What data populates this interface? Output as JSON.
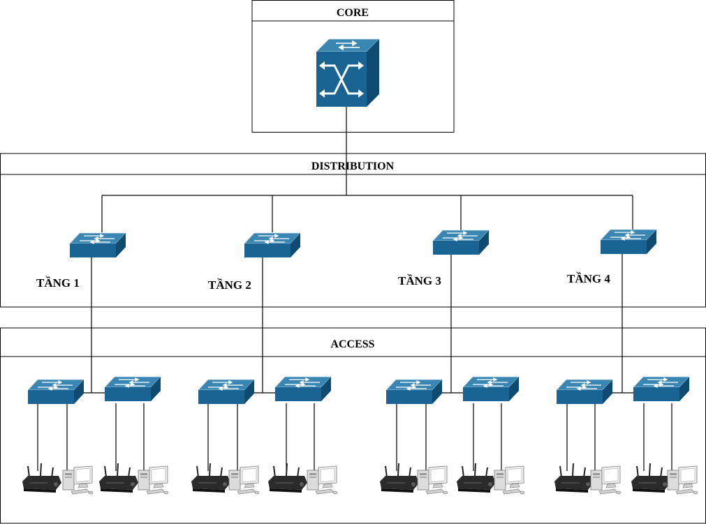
{
  "core": {
    "title": "CORE"
  },
  "distribution": {
    "title": "DISTRIBUTION"
  },
  "access": {
    "title": "ACCESS"
  },
  "floors": [
    {
      "label": "TẦNG 1"
    },
    {
      "label": "TẦNG 2"
    },
    {
      "label": "TẦNG 3"
    },
    {
      "label": "TẦNG 4"
    }
  ],
  "colors": {
    "switch_top": "#3a86b3",
    "switch_front": "#1a6494",
    "switch_side": "#0f4a70",
    "line": "#000000"
  },
  "icons": {
    "core": "core-switch-icon",
    "switch": "switch-icon",
    "router": "wireless-router-icon",
    "pc": "desktop-computer-icon"
  }
}
